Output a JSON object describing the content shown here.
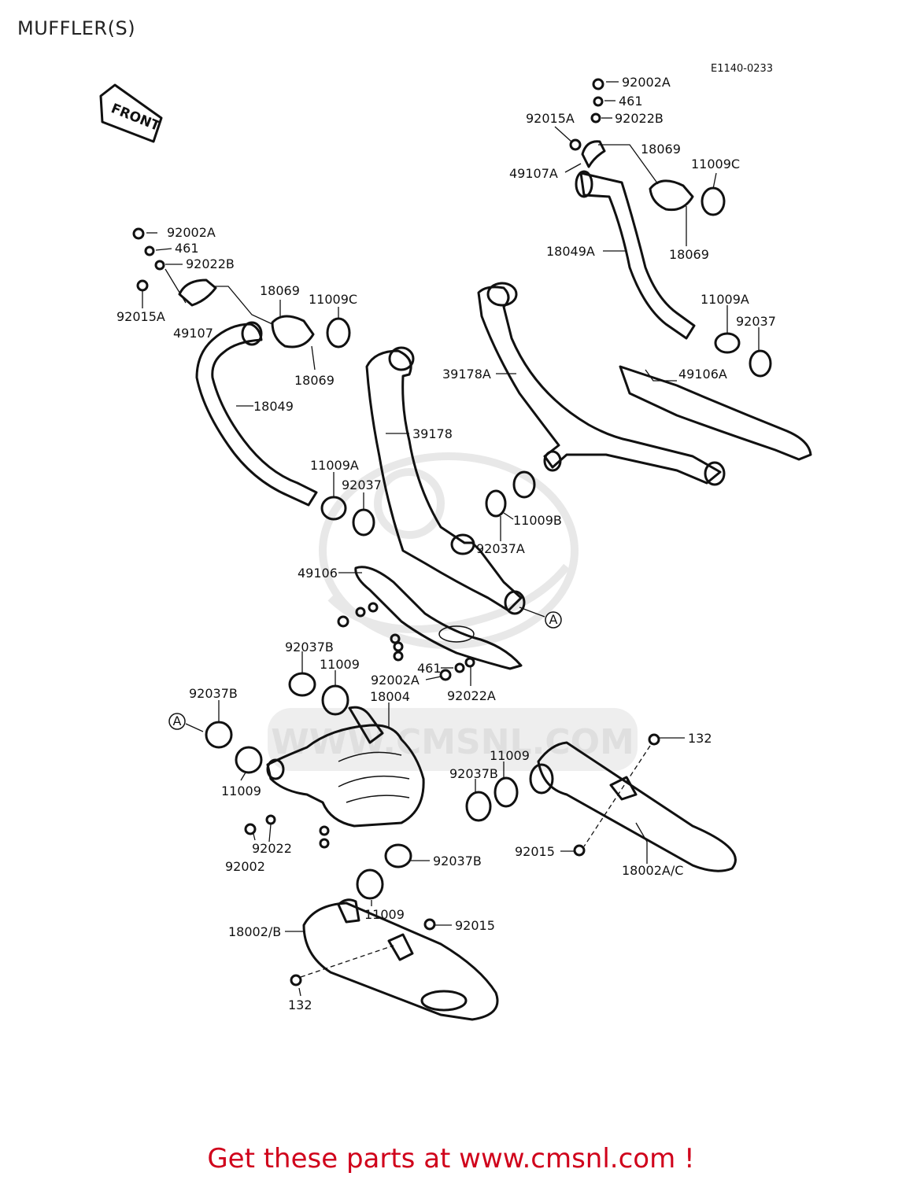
{
  "page": {
    "title": "MUFFLER(S)",
    "diagram_code": "E1140-0233",
    "footer": "Get these parts at www.cmsnl.com !"
  },
  "watermark": {
    "site": "WWW.CMSNL.COM"
  },
  "front_marker": "FRONT",
  "connection_marker": "A",
  "labels": {
    "l92002A_r": "92002A",
    "l461_r": "461",
    "l92015A_r": "92015A",
    "l92022B_r": "92022B",
    "l18069_r1": "18069",
    "l11009C_r": "11009C",
    "l49107A": "49107A",
    "l18069_r2": "18069",
    "l18049A": "18049A",
    "l11009A_r": "11009A",
    "l92037_r": "92037",
    "l39178A": "39178A",
    "l49106A": "49106A",
    "l92002A_l": "92002A",
    "l461_l": "461",
    "l92022B_l": "92022B",
    "l92015A_l": "92015A",
    "l49107": "49107",
    "l18069_l1": "18069",
    "l11009C_l": "11009C",
    "l18069_l2": "18069",
    "l18049": "18049",
    "l39178": "39178",
    "l11009A_l": "11009A",
    "l92037_l": "92037",
    "l11009B": "11009B",
    "l92037A": "92037A",
    "l49106": "49106",
    "l92037B_1": "92037B",
    "l11009_1": "11009",
    "l461_c": "461",
    "l92002A_c": "92002A",
    "l92022A": "92022A",
    "l18004": "18004",
    "l92037B_2": "92037B",
    "l11009_2": "11009",
    "l132_r": "132",
    "l11009_3": "11009",
    "l92037B_3": "92037B",
    "l92022": "92022",
    "l92002": "92002",
    "l92015_r": "92015",
    "l18002AC": "18002A/C",
    "l92037B_4": "92037B",
    "l11009_4": "11009",
    "l18002B": "18002/B",
    "l92015_b": "92015",
    "l132_b": "132"
  }
}
